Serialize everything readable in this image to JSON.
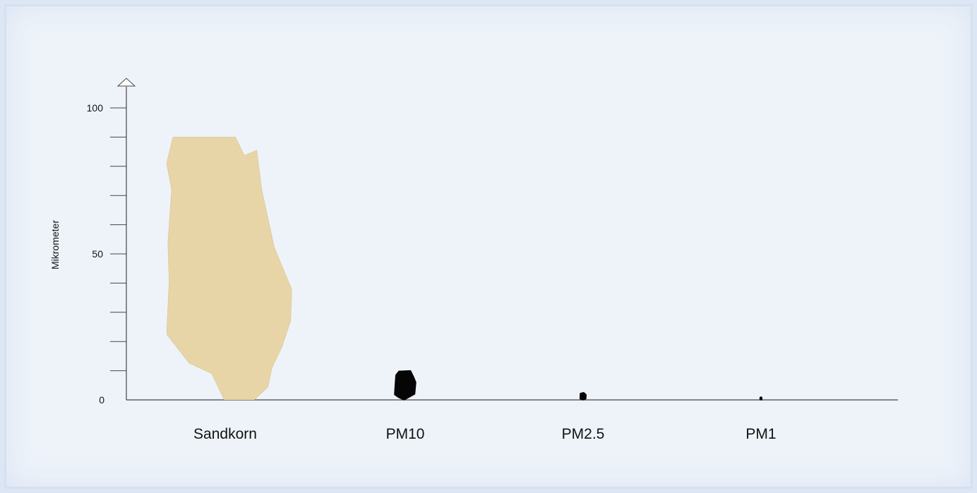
{
  "chart_data": {
    "type": "scatter",
    "title": "",
    "xlabel": "",
    "ylabel": "Mikrometer",
    "ylim": [
      0,
      110
    ],
    "yticks_labeled": [
      0,
      50,
      100
    ],
    "yticks_minor_step": 10,
    "grid": false,
    "categories": [
      "Sandkorn",
      "PM10",
      "PM2.5",
      "PM1"
    ],
    "values": [
      90,
      10,
      2.5,
      1
    ],
    "colors": {
      "sand": "#e8d6a6",
      "sand_dark": "#d9c28a",
      "dust": "#050505",
      "axis": "#444444",
      "background": "#eef3fa"
    }
  }
}
